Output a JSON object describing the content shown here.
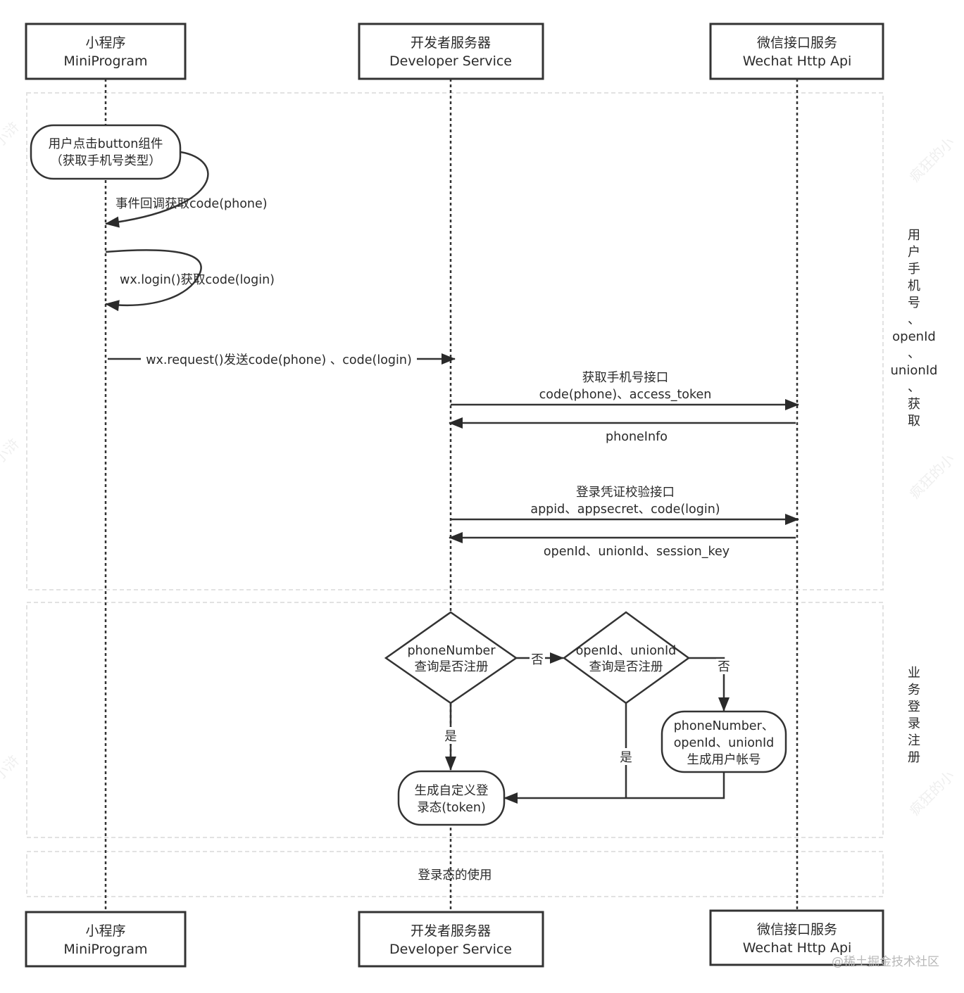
{
  "participants": [
    {
      "name_cn": "小程序",
      "name_en": "MiniProgram"
    },
    {
      "name_cn": "开发者服务器",
      "name_en": "Developer Service"
    },
    {
      "name_cn": "微信接口服务",
      "name_en": "Wechat Http Api"
    }
  ],
  "sections": {
    "phone_login": {
      "label": "用户手机号、openId、unionId、获取"
    },
    "business": {
      "label": "业务登录注册"
    },
    "usage": {
      "label": "登录态的使用"
    }
  },
  "nodes": {
    "button_click": {
      "line1": "用户点击button组件",
      "line2": "（获取手机号类型）"
    },
    "decision_phone": {
      "line1": "phoneNumber",
      "line2": "查询是否注册"
    },
    "decision_openid": {
      "line1": "openId、unionId",
      "line2": "查询是否注册"
    },
    "create_account": {
      "line1": "phoneNumber、",
      "line2": "openId、unionId",
      "line3": "生成用户帐号"
    },
    "token": {
      "line1": "生成自定义登",
      "line2": "录态(token)"
    }
  },
  "messages": {
    "callback": "事件回调获取code(phone)",
    "wxlogin": "wx.login()获取code(login)",
    "request": "wx.request()发送code(phone) 、code(login)",
    "phone_api_title": "获取手机号接口",
    "phone_api_params": "code(phone)、access_token",
    "phone_info": "phoneInfo",
    "login_api_title": "登录凭证校验接口",
    "login_api_params": "appid、appsecret、code(login)",
    "login_result": "openId、unionId、session_key"
  },
  "edge_labels": {
    "no1": "否",
    "no2": "否",
    "yes1": "是",
    "yes2": "是"
  },
  "watermark": "@稀土掘金技术社区"
}
